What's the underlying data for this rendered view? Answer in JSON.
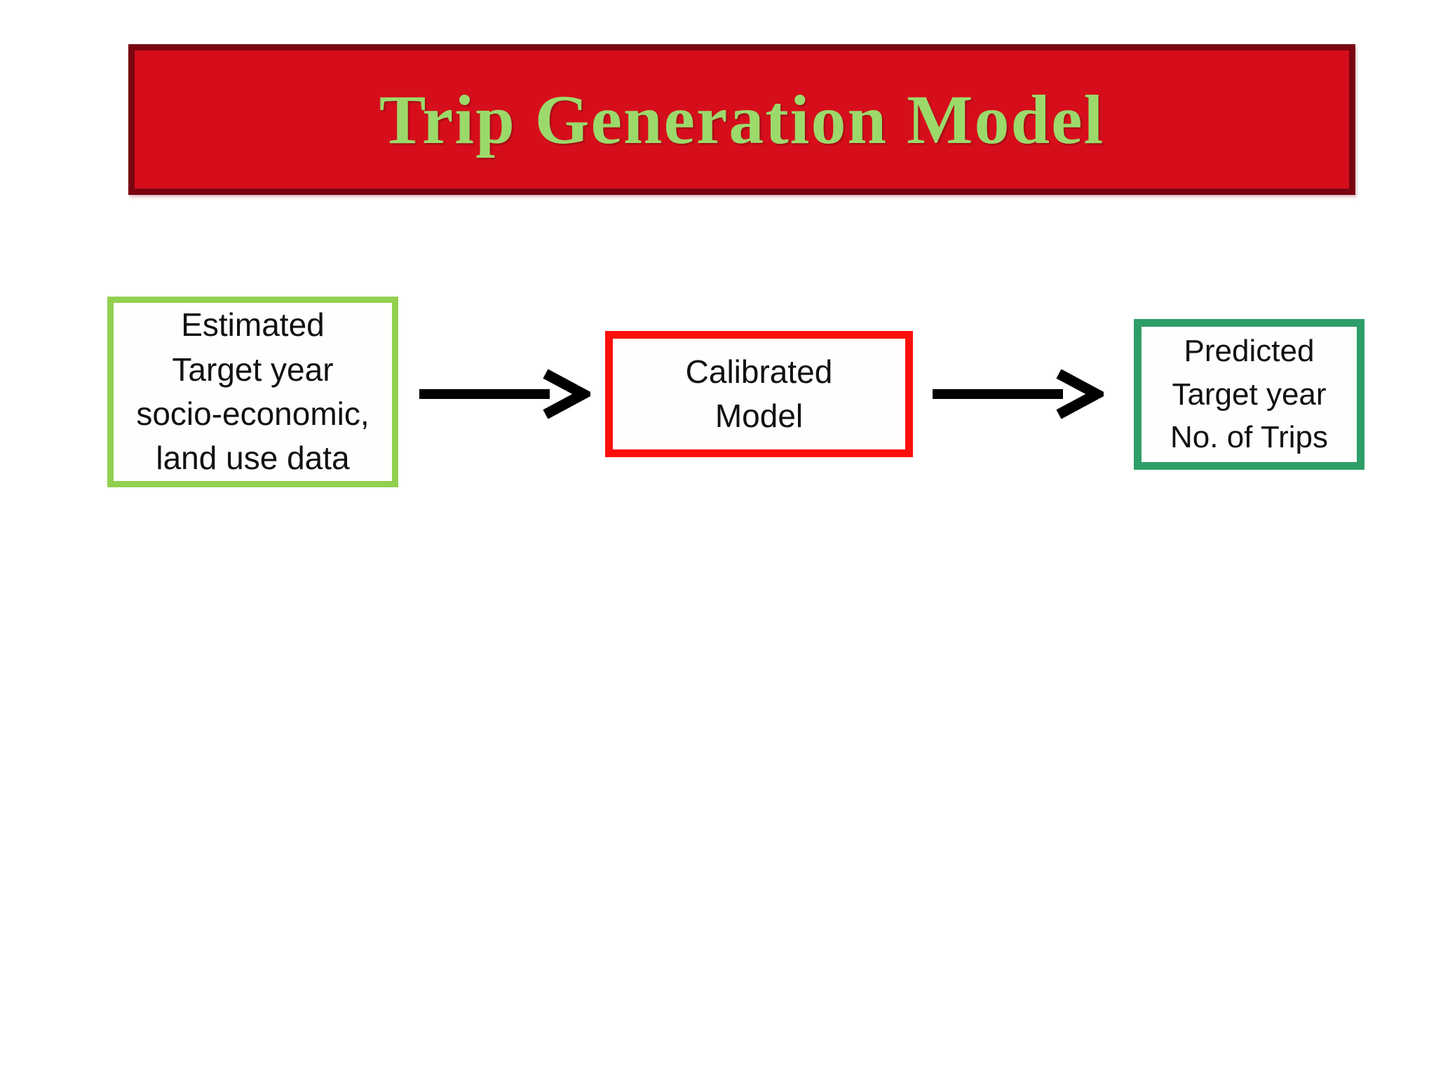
{
  "slide": {
    "title": "Trip Generation Model",
    "background_color": "#ffffff"
  },
  "banner": {
    "fill_color": "#d60e1c",
    "border_color": "#7a0511",
    "title_color": "#9cd96b"
  },
  "flow": {
    "boxes": [
      {
        "id": "input",
        "text": "Estimated\nTarget year\nsocio-economic,\nland use data",
        "border_color": "#92d050"
      },
      {
        "id": "model",
        "text": "Calibrated\nModel",
        "border_color": "#fa0f0c"
      },
      {
        "id": "output",
        "text": "Predicted\nTarget year\nNo. of Trips",
        "border_color": "#2e9e68"
      }
    ],
    "arrows": [
      {
        "id": "input-to-model",
        "color": "#000000"
      },
      {
        "id": "model-to-output",
        "color": "#000000"
      }
    ]
  }
}
